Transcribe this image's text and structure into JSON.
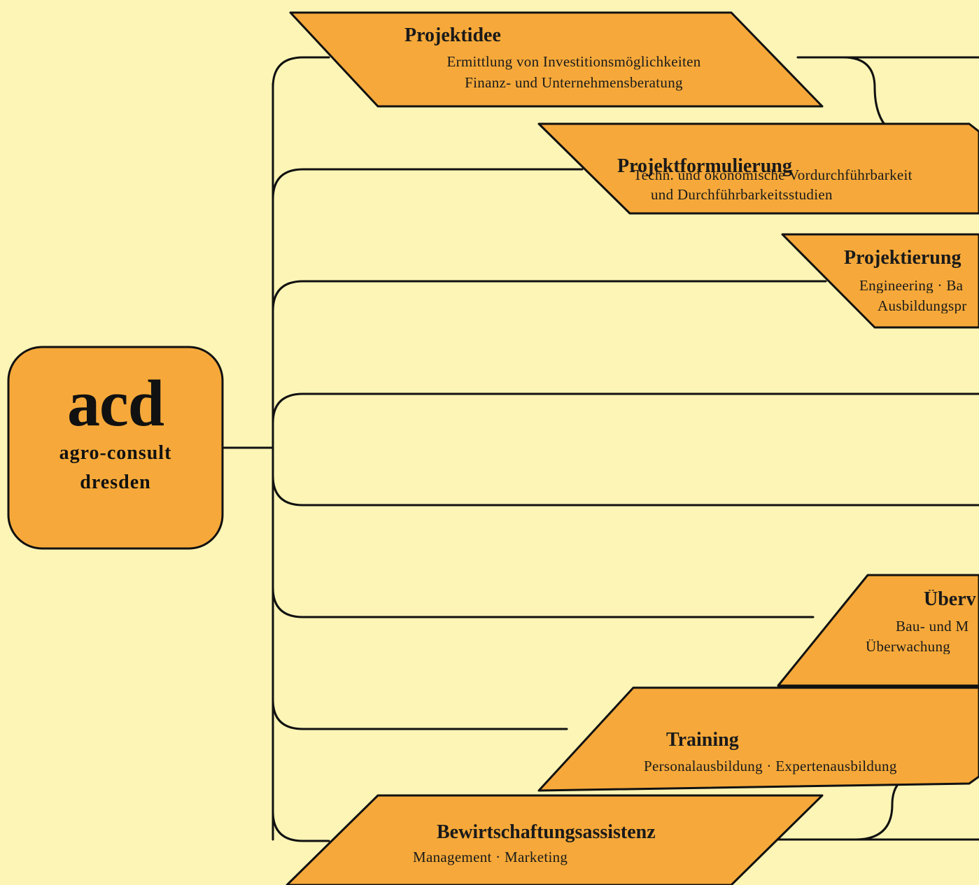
{
  "logo": {
    "abbr": "acd",
    "name_line1": "agro-consult",
    "name_line2": "dresden"
  },
  "stages": [
    {
      "title": "Projektidee",
      "lines": [
        "Ermittlung von Investitionsmöglichkeiten",
        "Finanz- und Unternehmensberatung"
      ]
    },
    {
      "title": "Projektformulierung",
      "lines": [
        "Techn. und ökonomische Vordurchführbarkeit",
        "und Durchführbarkeitsstudien"
      ]
    },
    {
      "title": "Projektierung",
      "lines": [
        "Engineering · Ba",
        "Ausbildungspr"
      ]
    },
    {
      "title": "Überv",
      "lines": [
        "Bau- und M",
        "Überwachung"
      ]
    },
    {
      "title": "Training",
      "lines": [
        "Personalausbildung · Expertenausbildung"
      ]
    },
    {
      "title": "Bewirtschaftungsassistenz",
      "lines": [
        "Management · Marketing"
      ]
    }
  ],
  "colors": {
    "background": "#fdf5b6",
    "box_fill": "#f6a93a",
    "stroke": "#111111"
  }
}
